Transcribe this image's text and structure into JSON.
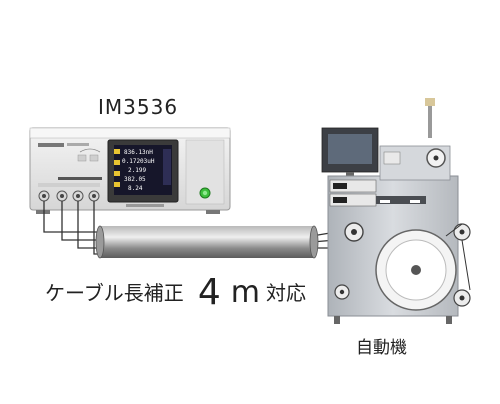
{
  "diagram": {
    "instrument_label": "IM3536",
    "caption": {
      "prefix": "ケーブル長補正",
      "length_value": "4",
      "length_unit": "m",
      "suffix": "対応"
    },
    "machine_label": "自動機",
    "instrument_screen": {
      "readouts": [
        "836.13nH",
        "0.17203uH",
        "2.199",
        "382.05",
        "8.24"
      ]
    },
    "colors": {
      "panel": "#e9e9e9",
      "screen": "#1a1a2e",
      "cable": "#6f6f6f",
      "power_button": "#3dbf3d",
      "machine_body": "#c9ccd0"
    }
  }
}
